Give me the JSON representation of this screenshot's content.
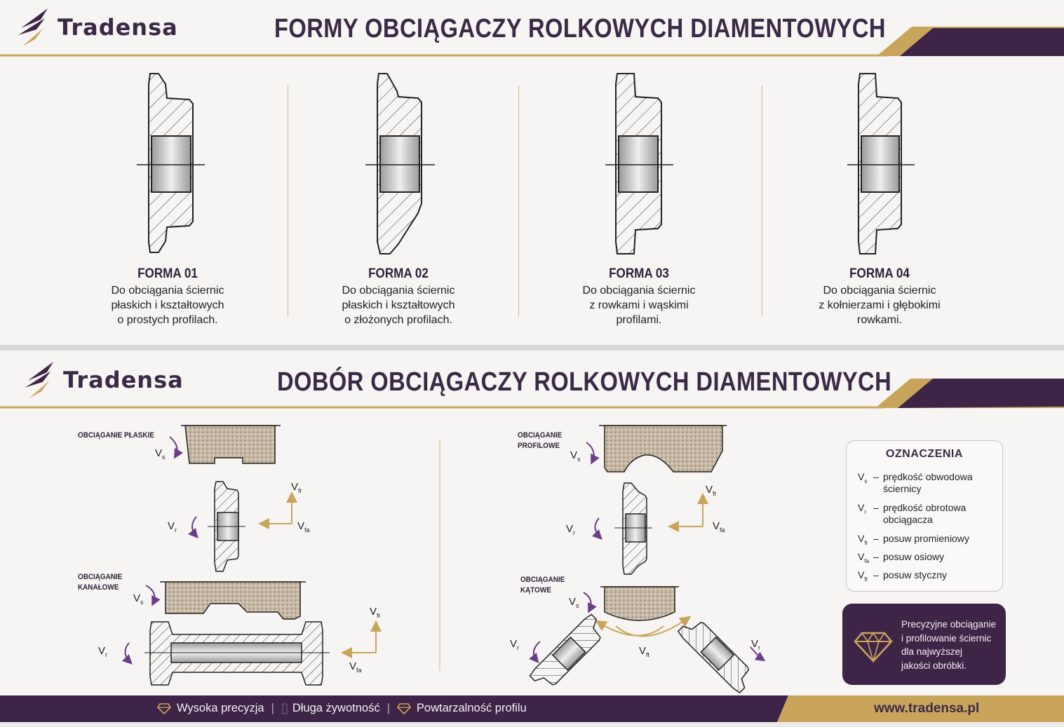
{
  "colors": {
    "purple": "#3e2547",
    "gold": "#c9a55c",
    "dark_text": "#3b2a46",
    "accent_arrow": "#6b3e8a"
  },
  "top": {
    "brand": "Tradensa",
    "title": "FORMY OBCIĄGACZY ROLKOWYCH DIAMENTOWYCH",
    "forms": [
      {
        "name": "FORMA 01",
        "desc": [
          "Do obciągania ściernic",
          "płaskich i kształtowych",
          "o prostych profilach."
        ]
      },
      {
        "name": "FORMA 02",
        "desc": [
          "Do obciągania ściernic",
          "płaskich i kształtowych",
          "o złożonych profilach."
        ]
      },
      {
        "name": "FORMA 03",
        "desc": [
          "Do obciągania ściernic",
          "z rowkami i wąskimi",
          "profilami."
        ]
      },
      {
        "name": "FORMA 04",
        "desc": [
          "Do obciągania ściernic",
          "z kołnierzami i głębokimi",
          "rowkami."
        ]
      }
    ]
  },
  "bottom": {
    "brand": "Tradensa",
    "title": "DOBÓR OBCIĄGACZY ROLKOWYCH DIAMENTOWYCH",
    "methods": {
      "flat": "OBCIĄGANIE PŁASKIE",
      "channel": [
        "OBCIĄGANIE",
        "KANAŁOWE"
      ],
      "profile": [
        "OBCIĄGANIE",
        "PROFILOWE"
      ],
      "angle": [
        "OBCIĄGANIE",
        "KĄTOWE"
      ]
    },
    "symbols": {
      "V": "V",
      "s": "s",
      "r": "r",
      "fr": "fr",
      "fa": "fa",
      "ft": "ft"
    },
    "legend": {
      "title": "OZNACZENIA",
      "items": [
        {
          "sub": "s",
          "def": [
            "prędkość obwodowa",
            "ściernicy"
          ]
        },
        {
          "sub": "r",
          "def": [
            "prędkość obrotowa",
            "obciągacza"
          ]
        },
        {
          "sub": "fr",
          "def": [
            "posuw promieniowy"
          ]
        },
        {
          "sub": "fa",
          "def": [
            "posuw osiowy"
          ]
        },
        {
          "sub": "ft",
          "def": [
            "posuw styczny"
          ]
        }
      ],
      "dash": "–"
    },
    "promo": [
      "Precyzyjne obciąganie",
      "i profilowanie ściernic",
      "dla najwyższej",
      "jakości obróbki."
    ]
  },
  "footer": {
    "features": [
      "Wysoka precyzja",
      "Długa żywotność",
      "Powtarzalność profilu"
    ],
    "separator": "|",
    "url": "www.tradensa.pl"
  }
}
